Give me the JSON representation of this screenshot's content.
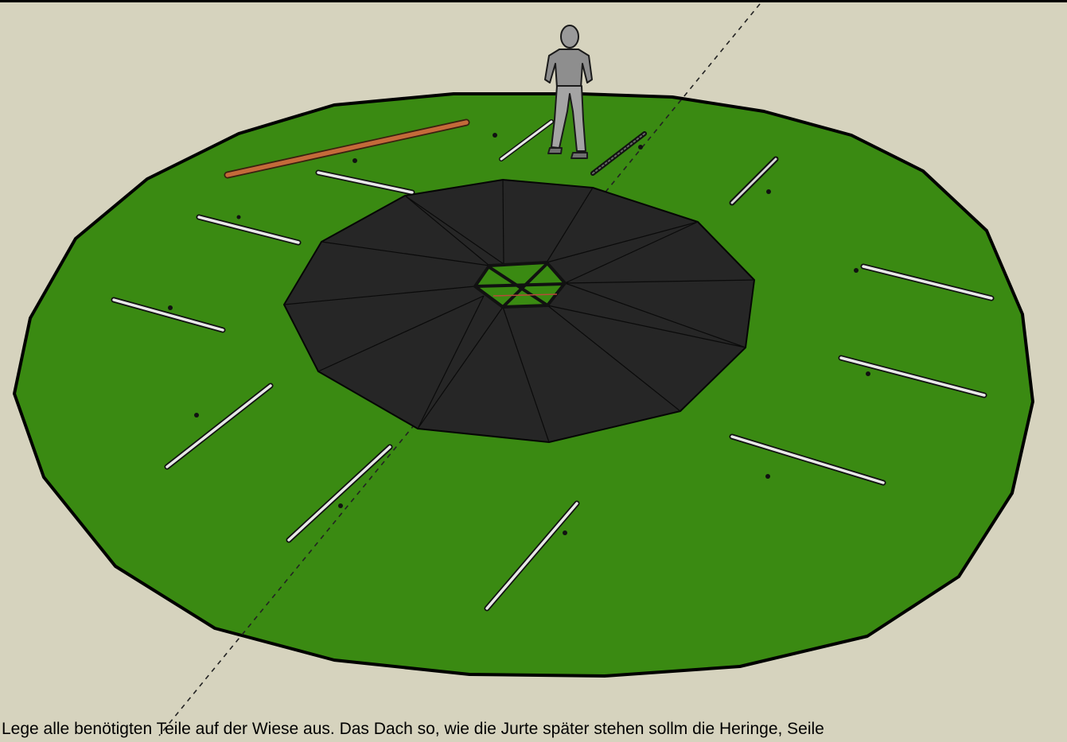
{
  "scene": {
    "colors": {
      "sky": "#d6d3be",
      "ground": "#3a8a12",
      "roof": "#262626",
      "roof_edges": "#050505",
      "pole": "#e2e2e2",
      "orange_pole": "#c46a3a",
      "person": "#9a9a9a"
    },
    "objects": {
      "ground_disc": "green-ground-circle",
      "roof": "dodecagon-roof-cover",
      "crown": "roof-crown-ring",
      "person": "standing-person-figure",
      "axis": "dashed-axis-line"
    }
  },
  "caption": "Lege alle benötigten Teile auf der Wiese aus. Das Dach so, wie die Jurte später stehen sollm die Heringe, Seile"
}
